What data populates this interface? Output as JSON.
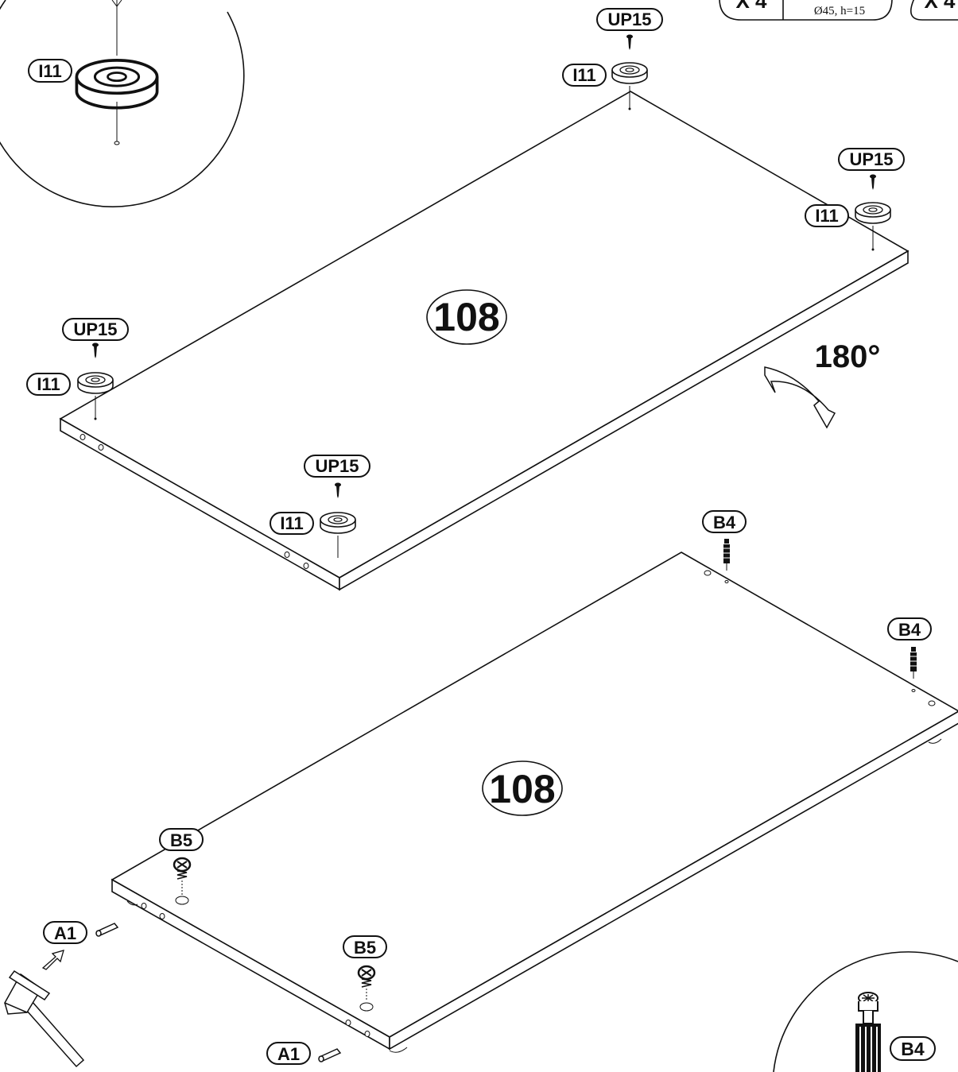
{
  "header_boxes": [
    {
      "qty": "X 4",
      "spec": "Ø45, h=15"
    },
    {
      "qty": "X 4",
      "spec": ""
    }
  ],
  "panel_label": "108",
  "rotation_label": "180°",
  "parts": {
    "up15": "UP15",
    "i11": "I11",
    "b4": "B4",
    "b5": "B5",
    "a1": "A1"
  },
  "colors": {
    "ink": "#111111",
    "paper": "#ffffff"
  },
  "icons": [
    "hammer-icon",
    "rotate-arrow-icon",
    "screw-icon",
    "foot-glide-icon",
    "dowel-icon",
    "cam-lock-icon",
    "cam-bolt-icon"
  ]
}
